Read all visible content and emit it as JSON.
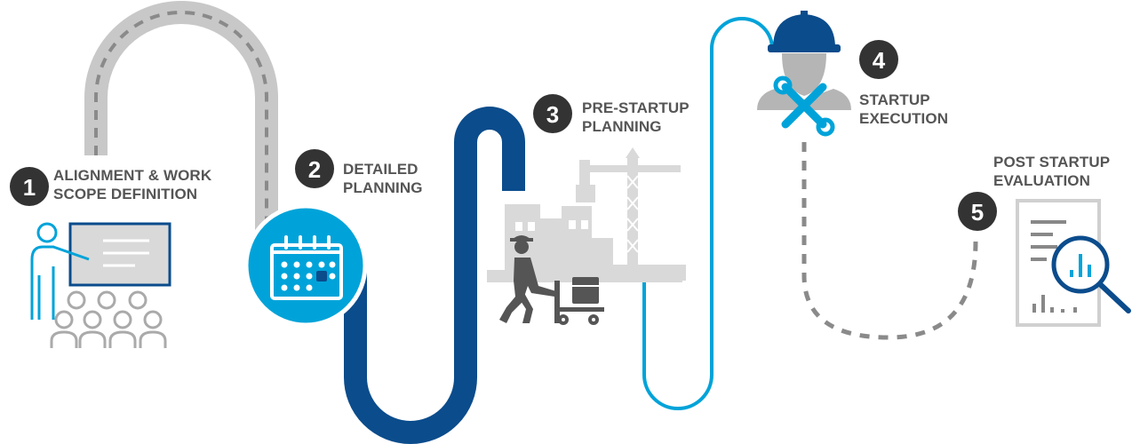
{
  "colors": {
    "gray_path": "#c8c8c8",
    "gray_dash": "#8a8a8a",
    "navy": "#0b4c8c",
    "light_blue": "#00a3d9",
    "badge": "#333333",
    "icon_gray": "#aaaaaa",
    "text": "#555555"
  },
  "steps": [
    {
      "number": "1",
      "title_line1": "ALIGNMENT & WORK",
      "title_line2": "SCOPE DEFINITION",
      "icon": "presentation-icon"
    },
    {
      "number": "2",
      "title_line1": "DETAILED",
      "title_line2": "PLANNING",
      "icon": "calendar-icon"
    },
    {
      "number": "3",
      "title_line1": "PRE-STARTUP",
      "title_line2": "PLANNING",
      "icon": "construction-site-icon"
    },
    {
      "number": "4",
      "title_line1": "STARTUP",
      "title_line2": "EXECUTION",
      "icon": "engineer-tools-icon"
    },
    {
      "number": "5",
      "title_line1": "POST STARTUP",
      "title_line2": "EVALUATION",
      "icon": "report-analysis-icon"
    }
  ]
}
